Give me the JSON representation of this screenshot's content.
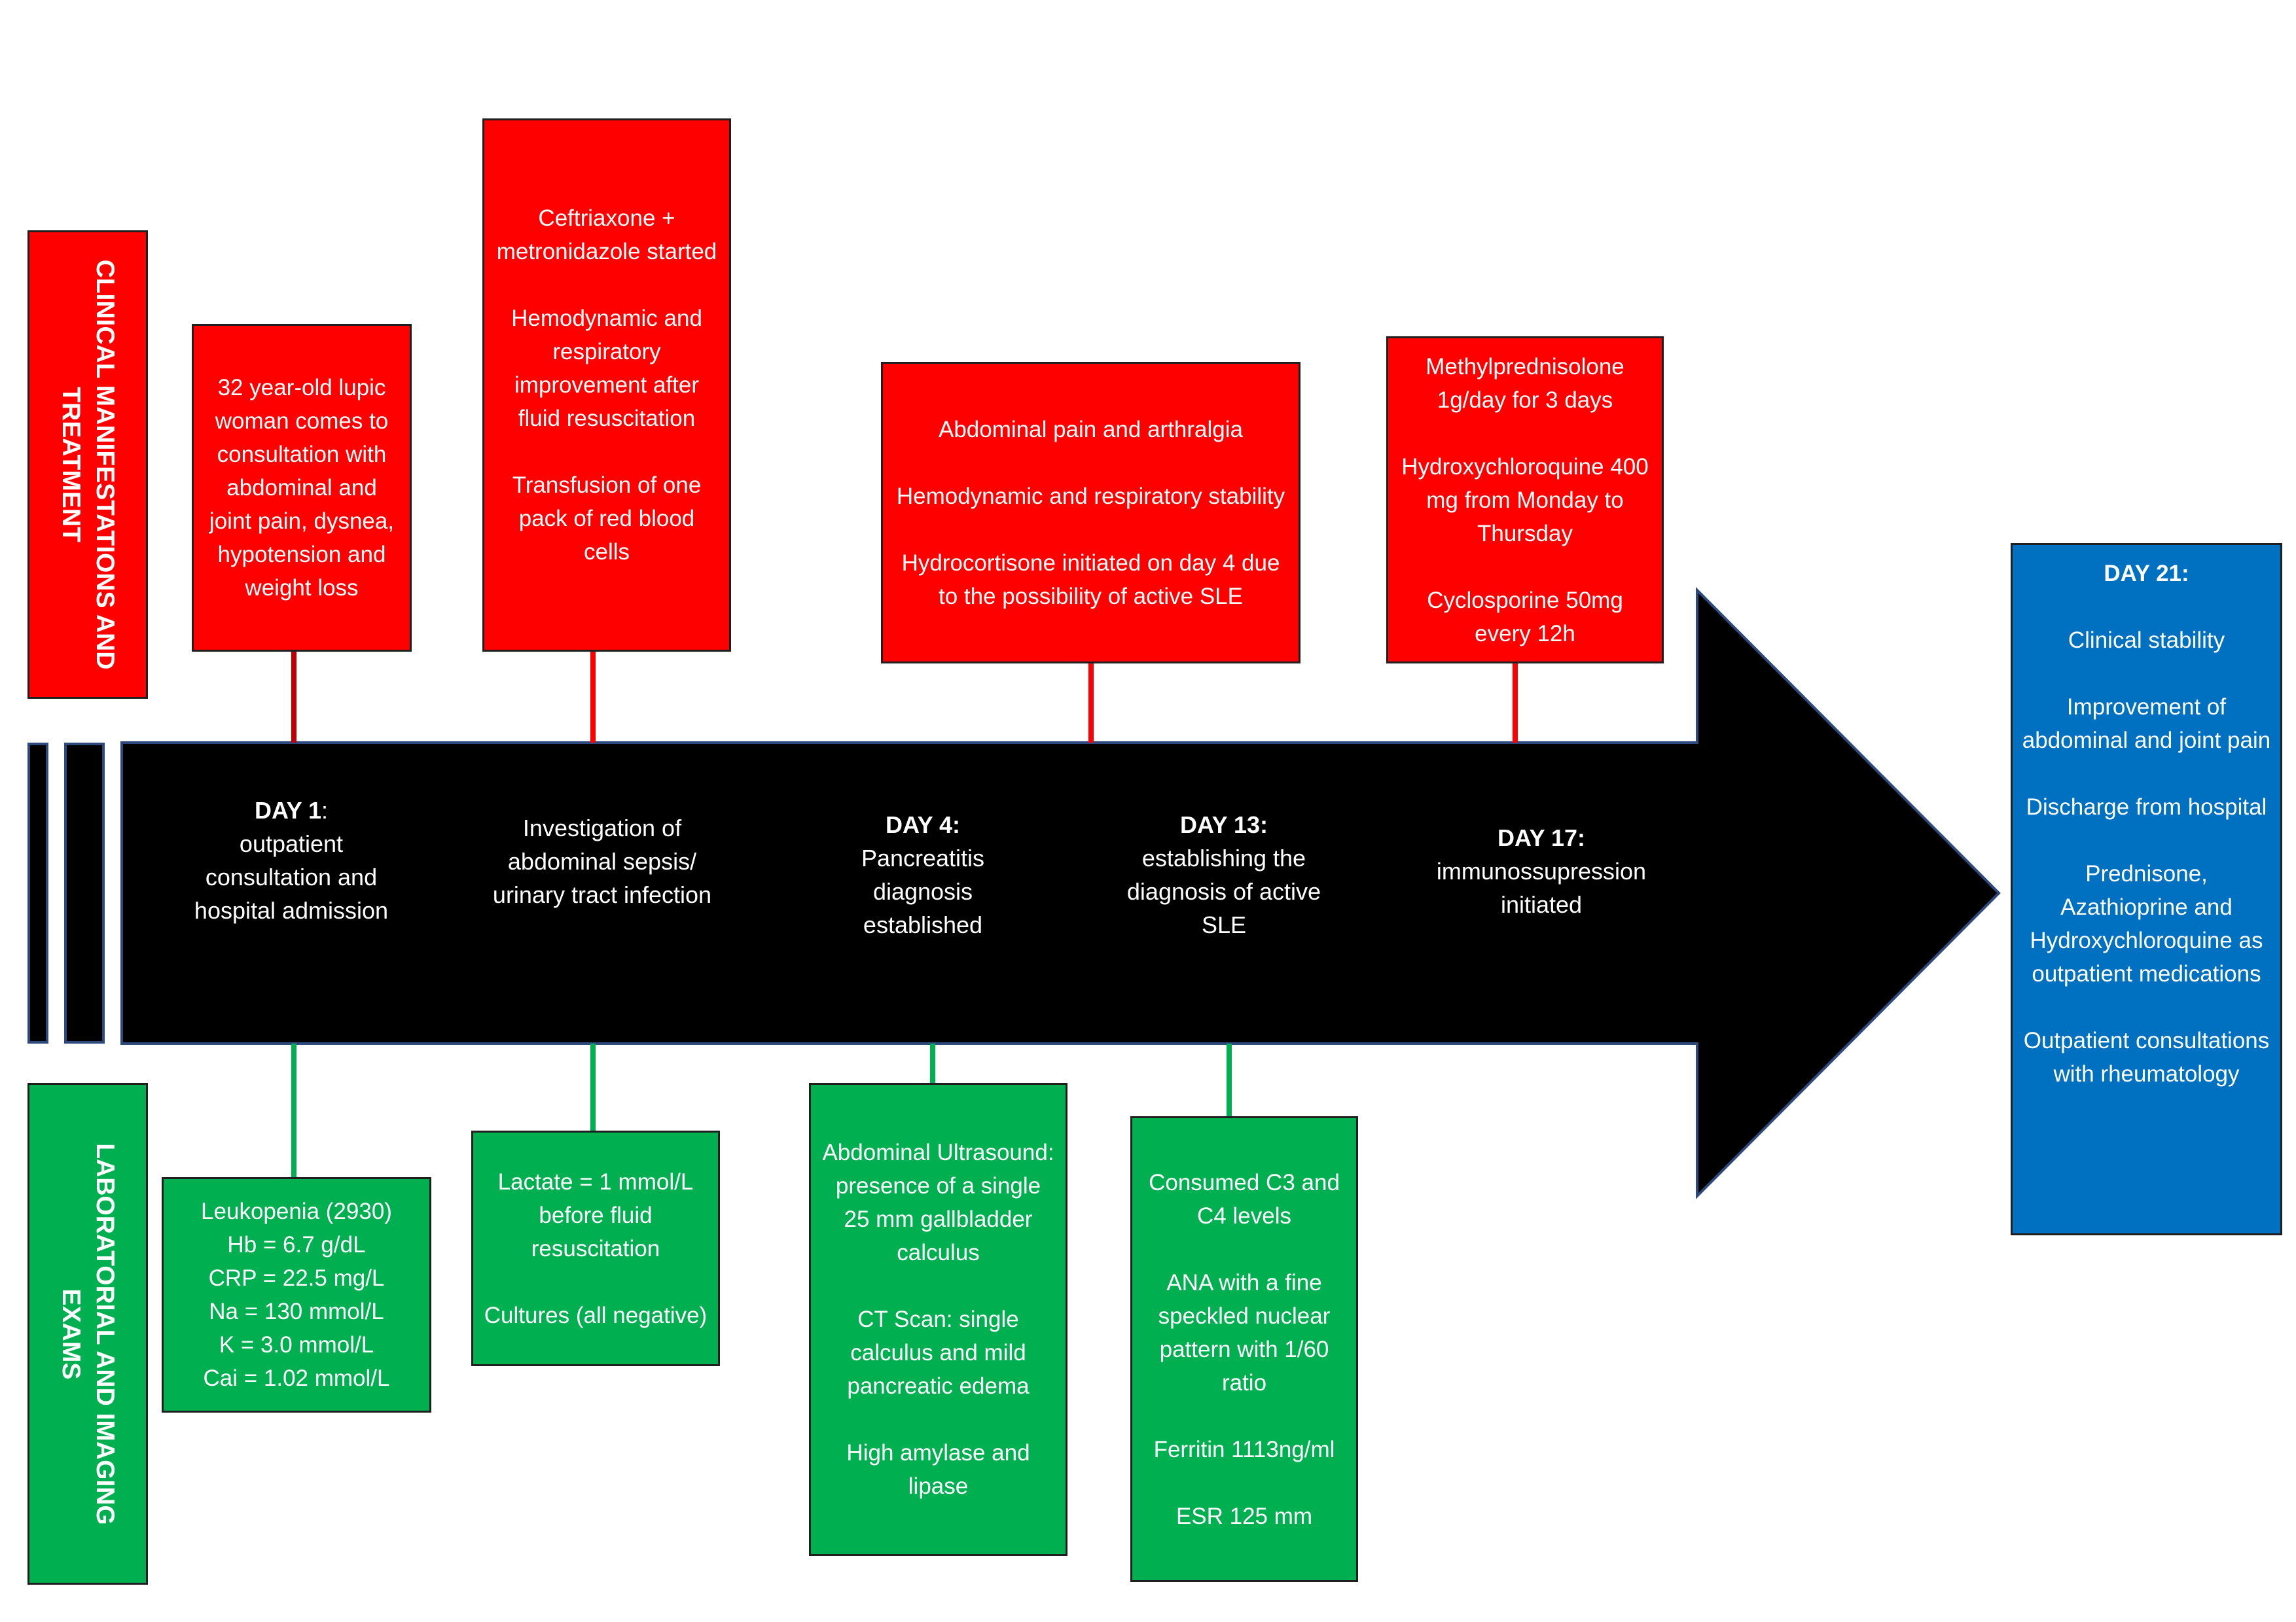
{
  "side_labels": {
    "clinical": "CLINICAL MANIFESTATIONS AND\nTREATMENT",
    "laboratory": "LABORATORIAL AND IMAGING\nEXAMS"
  },
  "colors": {
    "clinical": "#ff0000",
    "laboratory": "#00b050",
    "outcome": "#0070c0",
    "arrow": "#000000",
    "arrow_outline": "#2e4a7d"
  },
  "timeline": [
    {
      "day": "DAY 1",
      "sep": ":",
      "text": "outpatient consultation and hospital admission"
    },
    {
      "day": "",
      "sep": "",
      "text": "Investigation of abdominal sepsis/ urinary tract infection"
    },
    {
      "day": "DAY 4:",
      "sep": "",
      "text": "Pancreatitis diagnosis established"
    },
    {
      "day": "DAY 13:",
      "sep": "",
      "text": "establishing the diagnosis of active SLE"
    },
    {
      "day": "DAY 17:",
      "sep": "",
      "text": "immunossupression initiated"
    }
  ],
  "clinical_boxes": [
    {
      "paragraphs": [
        "32 year-old lupic woman comes to consultation with abdominal and joint pain, dysnea, hypotension and weight loss"
      ]
    },
    {
      "paragraphs": [
        "Ceftriaxone + metronidazole started",
        "Hemodynamic and respiratory improvement after fluid resuscitation",
        "Transfusion of one pack of red blood cells"
      ]
    },
    {
      "paragraphs": [
        "Abdominal pain and arthralgia",
        "Hemodynamic and respiratory stability",
        "Hydrocortisone initiated on day 4 due to the possibility of active SLE"
      ]
    },
    {
      "paragraphs": [
        "Methylprednisolone 1g/day for 3 days",
        "Hydroxychloroquine 400 mg from Monday to Thursday",
        "Cyclosporine 50mg every 12h"
      ]
    }
  ],
  "lab_boxes": [
    {
      "paragraphs": [
        "Leukopenia (2930)\nHb = 6.7 g/dL\nCRP = 22.5 mg/L\nNa = 130 mmol/L\nK = 3.0 mmol/L\nCai = 1.02 mmol/L"
      ]
    },
    {
      "paragraphs": [
        "Lactate = 1 mmol/L before fluid resuscitation",
        "Cultures (all negative)"
      ]
    },
    {
      "paragraphs": [
        "Abdominal Ultrasound: presence of a single 25 mm gallbladder calculus",
        "CT Scan: single calculus and mild pancreatic edema",
        "High amylase and lipase"
      ]
    },
    {
      "paragraphs": [
        "Consumed C3 and C4 levels",
        "ANA with a fine speckled nuclear pattern with 1/60 ratio",
        "Ferritin 1113ng/ml",
        "ESR 125 mm"
      ]
    }
  ],
  "outcome": {
    "title": "DAY 21:",
    "paragraphs": [
      "Clinical stability",
      "Improvement of abdominal and joint pain",
      "Discharge from hospital",
      "Prednisone, Azathioprine and Hydroxychloroquine as outpatient medications",
      "Outpatient consultations with rheumatology"
    ]
  }
}
